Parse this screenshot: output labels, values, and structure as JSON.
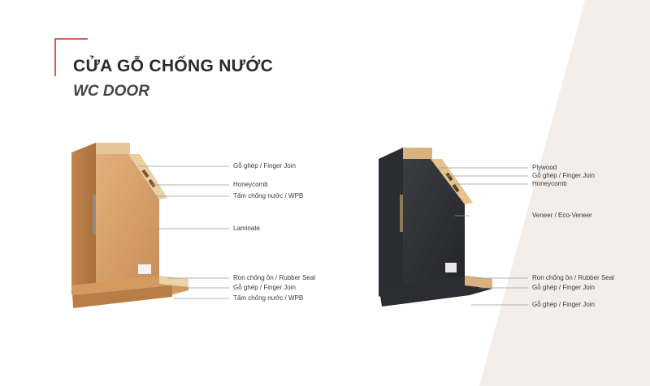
{
  "title": {
    "vi": "CỬA GỖ CHỐNG NƯỚC",
    "en": "WC DOOR"
  },
  "colors": {
    "accent": "#c0392b",
    "background_left": "#ffffff",
    "background_right": "#f4eeea",
    "wood": "#d7a06a",
    "dark_veneer": "#2e2f34"
  },
  "left_door": {
    "labels": [
      "Gỗ ghép / Finger Join",
      "Honeycomb",
      "Tấm chống nước / WPB",
      "Laminate",
      "Ron chống ồn / Rubber Seal",
      "Gỗ ghép / Finger Join",
      "Tấm chống nước / WPB"
    ]
  },
  "right_door": {
    "labels": [
      "Plywood",
      "Gỗ ghép / Finger Join",
      "Honeycomb",
      "Veneer / Eco-Veneer",
      "Ron chống ồn / Rubber Seal",
      "Gỗ ghép / Finger Join",
      "Gỗ ghép / Finger Join"
    ]
  }
}
